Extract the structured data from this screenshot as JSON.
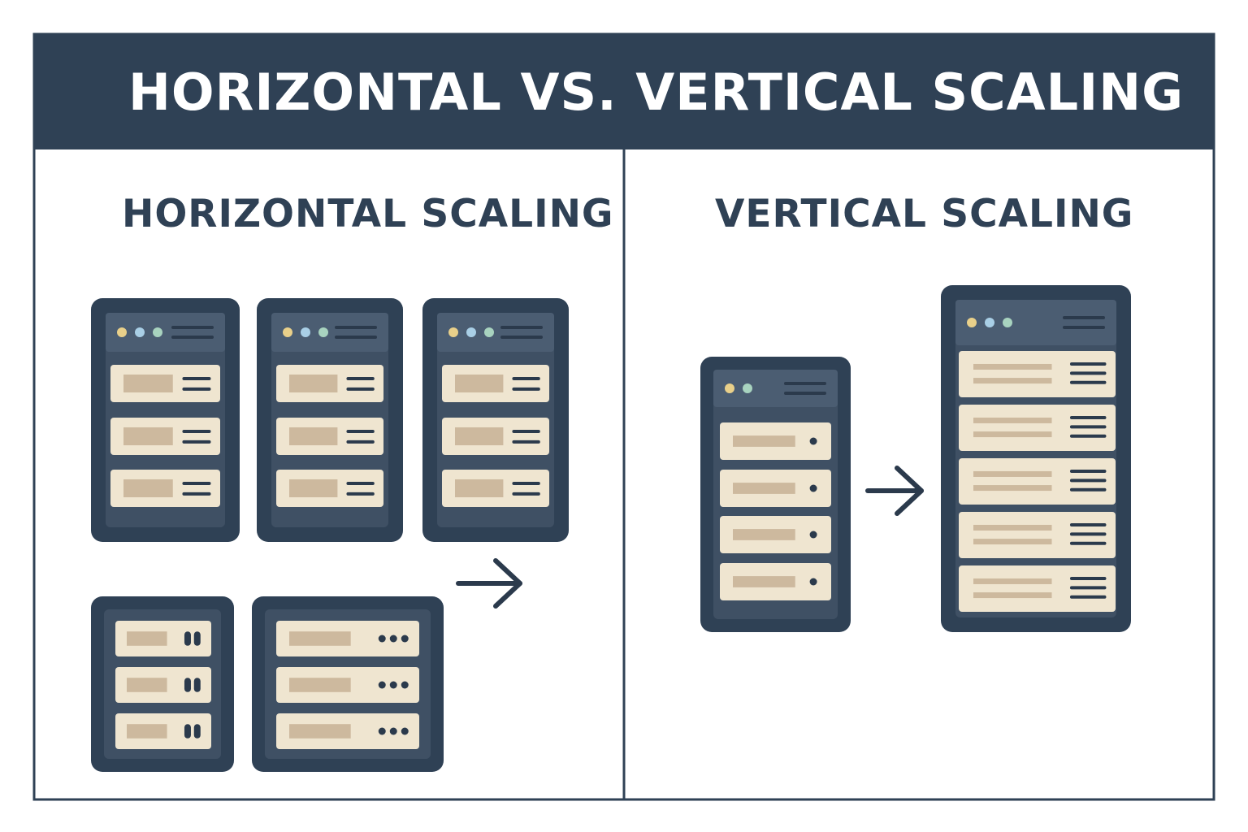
{
  "title": "HORIZONTAL VS. VERTICAL SCALING",
  "panels": {
    "horizontal": {
      "heading": "HORIZONTAL SCALING"
    },
    "vertical": {
      "heading": "VERTICAL SCALING"
    }
  },
  "colors": {
    "navy": "#2f4155",
    "navy_dark": "#2b3a4c",
    "server_inner": "#3f5064",
    "server_header": "#4b5d72",
    "drive_face": "#efe5d0",
    "drive_label": "#cdb99e",
    "dot_yellow": "#e9d08a",
    "dot_blue": "#a9cfe6",
    "dot_green": "#a8d3bf",
    "background": "#ffffff"
  },
  "icons": [
    "server-rack-icon",
    "arrow-right-icon"
  ]
}
